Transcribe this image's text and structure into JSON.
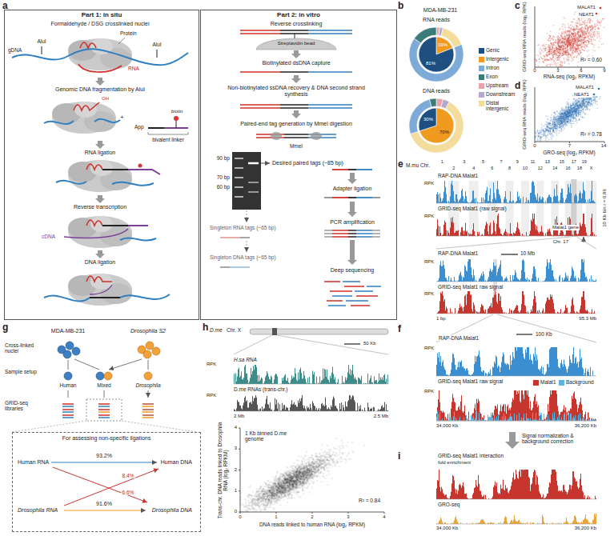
{
  "diagram": {
    "nodes": [
      {
        "text": [
          "Part 1: in situ"
        ]
      },
      {
        "text": [
          "Part 2: in vitro"
        ]
      },
      {
        "text": [
          "For assessing non-specific ligations"
        ]
      }
    ],
    "labels": [
      "a",
      "Formaldehyde / DSG crosslinked nuclei",
      "gDNA",
      "AluI",
      "AluI",
      "Protein",
      "RNA",
      "Genomic DNA fragmentation by AluI",
      "OH",
      "+",
      "App",
      "biotin",
      "bivalent linker",
      "RNA ligation",
      "Reverse transcription",
      "cDNA",
      "DNA ligation",
      "Reverse crosslinking",
      "Streptavidin bead",
      "Biotinylated dsDNA capture",
      "Non-biotinylated ssDNA recovery & DNA second strand synthesis",
      "Paired-end tag generation by MmeI digestion",
      "MmeI",
      "90 bp",
      "70 bp",
      "60 bp",
      "Desired paired tags (~85 bp)",
      "Singleton RNA tags (~65 bp)",
      "Singleton DNA tags (~65 bp)",
      "Adapter ligation",
      "PCR amplification",
      "Deep sequencing",
      "b",
      "MDA-MB-231",
      "RNA reads",
      "19%",
      "81%",
      "DNA reads",
      "30%",
      "70%",
      "c",
      "MALAT1",
      "NEAT1",
      "GRID-seq RNA reads (log₂ RPK)",
      "RNA-seq (log₂ RPKM)",
      "R² = 0.60",
      "0",
      "3",
      "6",
      "9",
      "d",
      "MALAT1",
      "NEAT1",
      "GRID-seq RNA reads (log₂ RPK)",
      "GRO-seq (log₂ RPKM)",
      "R² = 0.78",
      "0",
      "7",
      "14",
      "e",
      "M.mu Chr.",
      "1",
      "2",
      "3",
      "4",
      "5",
      "6",
      "7",
      "8",
      "9",
      "10",
      "11",
      "12",
      "13",
      "14",
      "15",
      "16",
      "17",
      "18",
      "19",
      "X",
      "RAP-DNA Malat1",
      "RPK",
      "GRID-seq Malat1 (raw signal)",
      "RPK",
      "Malat1 gene",
      "10 Kb bin r = 0.86",
      "Chr. 17",
      "RAP-DNA Malat1",
      "10 Mb",
      "RPK",
      "GRID-seq Malat1 raw signal",
      "RPK",
      "1 bp",
      "95.3 Mb",
      "f",
      "100 Kb",
      "RAP-DNA Malat1",
      "RPK",
      "GRID-seq Malat1 raw signal",
      "RPK",
      "34,000 Kb",
      "36,200 Kb",
      "Signal normalization & background correction",
      "i",
      "GRID-seq Malat1 interaction",
      "fold enrichment",
      "GRO-seq",
      "34,000 Kb",
      "36,200 Kb",
      "g",
      "MDA-MB-231",
      "Drosophila S2",
      "Cross-linked nuclei",
      "Sample setup",
      "Human",
      "Mixed",
      "Drosophila",
      "GRID-seq libraries",
      "Human RNA",
      "Human DNA",
      "93.2%",
      "8.4%",
      "6.6%",
      "Drosophila RNA",
      "Drosophila DNA",
      "91.6%",
      "h",
      "D.me",
      "Chr. X",
      "50 Kb",
      "RPK",
      "H.sa RNA",
      "RPK",
      "D.me RNAs (trans-chr.)",
      "2 Mb",
      "2.5 Mb",
      "1 Kb binned D.me genome",
      "4",
      "3",
      "2",
      "1",
      "0",
      "0",
      "1",
      "2",
      "3",
      "4",
      "Trans-chr. DNA reads linked to Drosophila RNA (log₂ RPKM)",
      "DNA reads linked to human RNA (log₂ RPKM)",
      "R² = 0.84"
    ],
    "legend": [
      {
        "text": "Genic",
        "color": "#1e4f80"
      },
      {
        "text": "Intergenic",
        "color": "#f09a1f"
      },
      {
        "text": "Intron",
        "color": "#7eaad8"
      },
      {
        "text": "Exon",
        "color": "#3b7c78"
      },
      {
        "text": "Upstream",
        "color": "#e9a3ac"
      },
      {
        "text": "Downstream",
        "color": "#b7a9cc"
      },
      {
        "text": "Distal intergenic",
        "color": "#f4dc9c"
      },
      {
        "text": "Malat1",
        "color": "#c7352f"
      },
      {
        "text": "Background",
        "color": "#5bb5e3"
      }
    ]
  }
}
